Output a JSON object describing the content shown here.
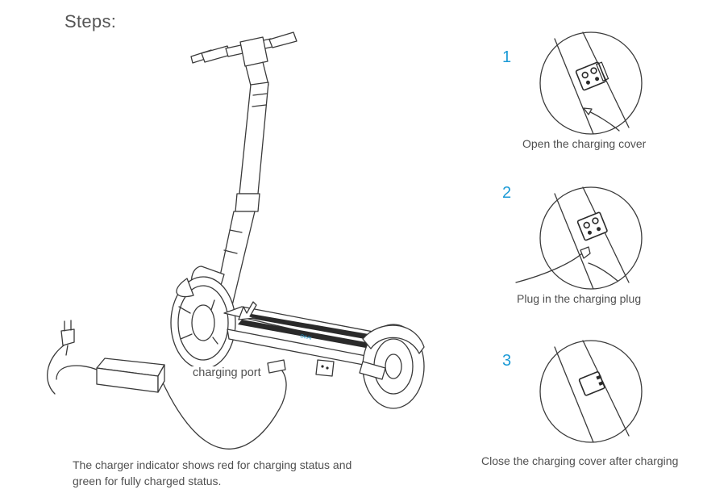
{
  "heading": "Steps:",
  "charging_port_label": "charging port",
  "bottom_note_line1": "The charger indicator shows red for charging status and",
  "bottom_note_line2": "green for fully charged status.",
  "accent_color": "#1b9ad6",
  "steps": [
    {
      "number": "1",
      "caption": "Open the charging cover"
    },
    {
      "number": "2",
      "caption": "Plug in the charging plug"
    },
    {
      "number": "3",
      "caption": "Close the charging cover after charging"
    }
  ],
  "deck_logo": "OKAI"
}
